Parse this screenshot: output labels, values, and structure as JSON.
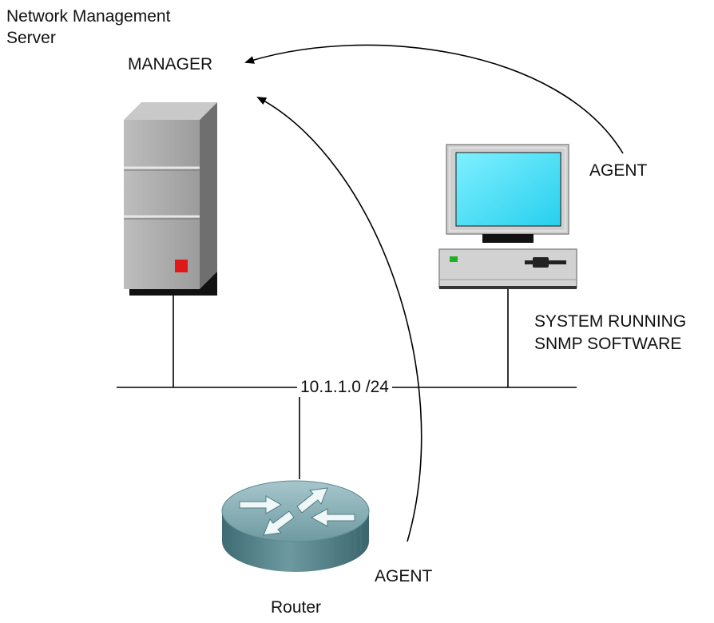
{
  "labels": {
    "server_line1": "Network Management",
    "server_line2": "Server",
    "manager": "MANAGER",
    "agent_pc": "AGENT",
    "system_line1": "SYSTEM RUNNING",
    "system_line2": "SNMP SOFTWARE",
    "subnet": "10.1.1.0 /24",
    "agent_router": "AGENT",
    "router": "Router"
  },
  "colors": {
    "line": "#000000",
    "server_face": "#a7a7a7",
    "server_side": "#6f6f6f",
    "server_top": "#c6c6c6",
    "server_led": "#e01818",
    "monitor_screen": "#3fe0ff",
    "pc_led": "#20b020",
    "router_body": "#56848c",
    "router_top": "#8fb6bc",
    "router_arrow": "#e8f2f4"
  },
  "icons": {
    "server": "server-tower-icon",
    "workstation": "desktop-computer-icon",
    "router": "router-icon"
  }
}
